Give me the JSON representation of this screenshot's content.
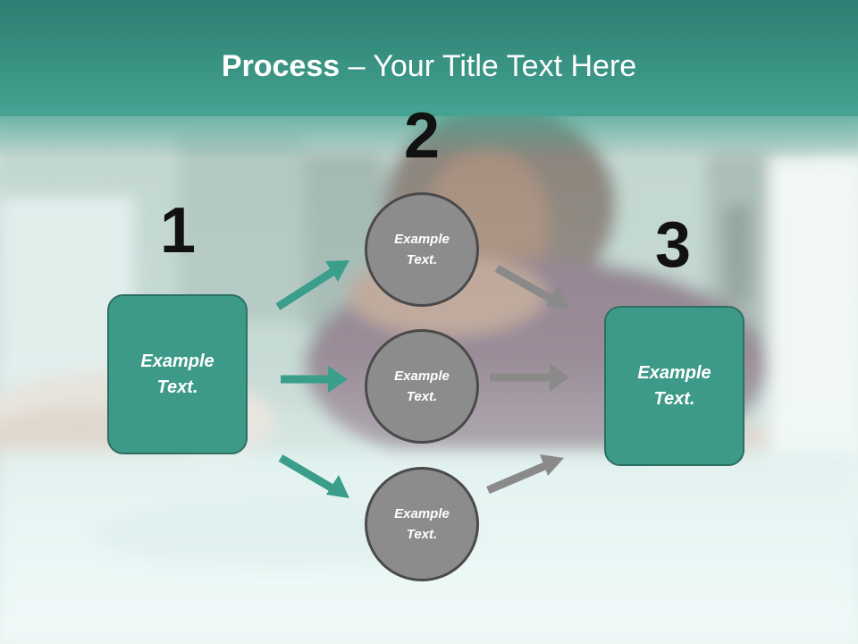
{
  "header": {
    "title_bold": "Process",
    "title_rest": " – Your Title Text Here"
  },
  "steps": [
    {
      "number": "1"
    },
    {
      "number": "2"
    },
    {
      "number": "3"
    }
  ],
  "left_box": {
    "label": "Example\nText."
  },
  "middle_circles": [
    {
      "label": "Example\nText."
    },
    {
      "label": "Example\nText."
    },
    {
      "label": "Example\nText."
    }
  ],
  "right_box": {
    "label": "Example\nText."
  },
  "colors": {
    "header": "#3a9484",
    "box_fill": "#3e9a88",
    "box_border": "#2c6f63",
    "circle_fill": "#8c8c8c",
    "circle_border": "#4a4a4a",
    "arrow_teal": "#3a9e8b",
    "arrow_gray": "#8a8a8a"
  }
}
